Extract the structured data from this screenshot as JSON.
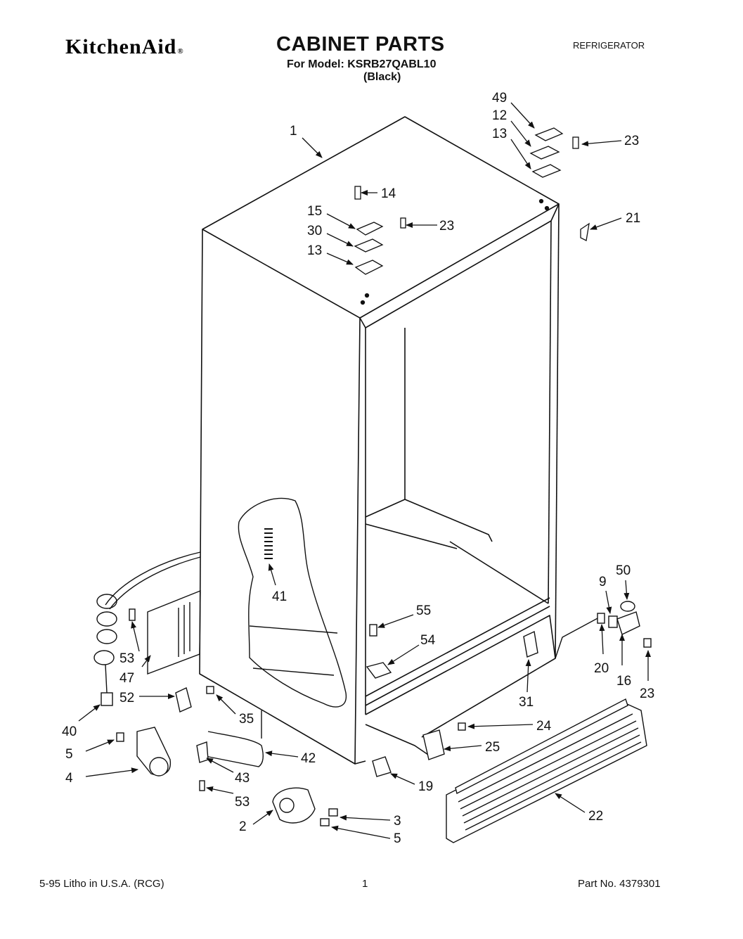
{
  "header": {
    "brand": "KitchenAid",
    "title": "CABINET PARTS",
    "model_line": "For Model: KSRB27QABL10",
    "color_line": "(Black)",
    "category": "REFRIGERATOR"
  },
  "callouts": {
    "c1": "1",
    "c2": "2",
    "c3": "3",
    "c4": "4",
    "c5a": "5",
    "c5b": "5",
    "c9": "9",
    "c12": "12",
    "c13a": "13",
    "c13b": "13",
    "c14": "14",
    "c15": "15",
    "c16": "16",
    "c19": "19",
    "c20": "20",
    "c21": "21",
    "c22": "22",
    "c23a": "23",
    "c23b": "23",
    "c23c": "23",
    "c24": "24",
    "c25": "25",
    "c30": "30",
    "c31": "31",
    "c35": "35",
    "c40": "40",
    "c41": "41",
    "c42": "42",
    "c43": "43",
    "c47": "47",
    "c49": "49",
    "c50": "50",
    "c52": "52",
    "c53a": "53",
    "c53b": "53",
    "c54": "54",
    "c55": "55"
  },
  "footer": {
    "left": "5-95  Litho in U.S.A. (RCG)",
    "center": "1",
    "right": "Part No. 4379301"
  }
}
